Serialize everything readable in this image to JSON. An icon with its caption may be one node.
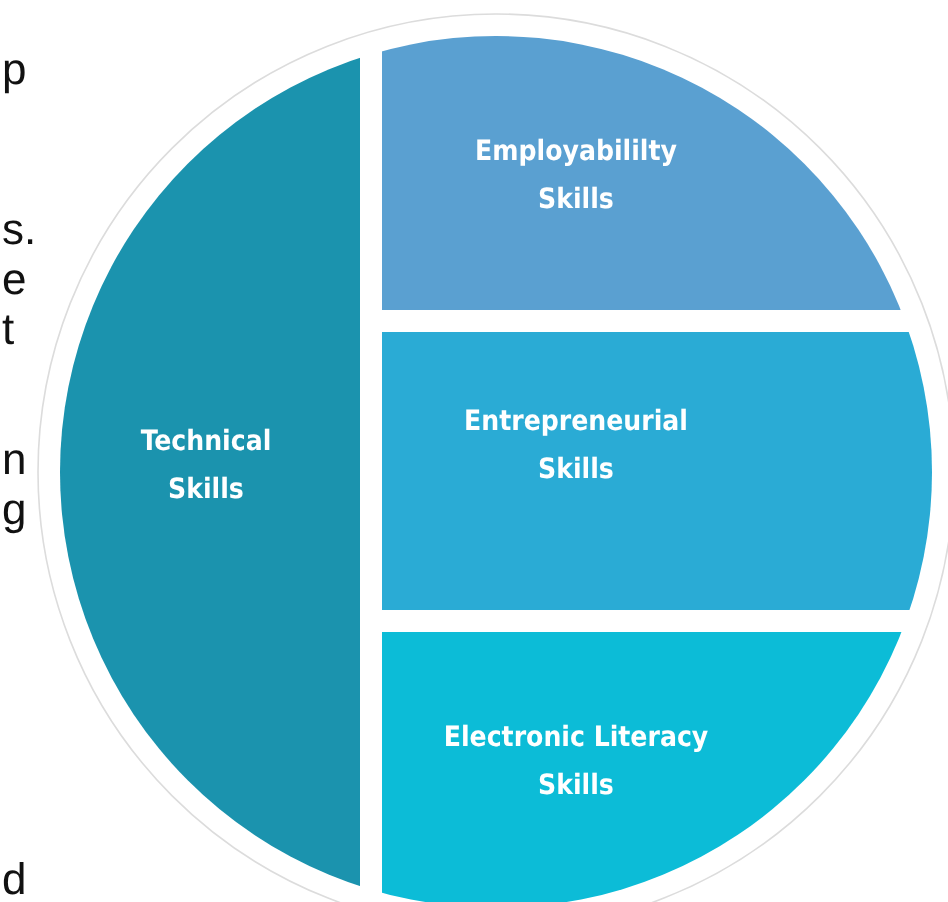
{
  "diagram": {
    "nodes": [
      {
        "text": [
          "Technical Skills"
        ]
      },
      {
        "text": [
          "Employabililty Skills"
        ]
      },
      {
        "text": [
          "Entrepreneurial Skills"
        ]
      },
      {
        "text": [
          "Electronic Literacy Skills"
        ]
      }
    ],
    "labels": [
      "p",
      "s.",
      "e",
      "t",
      "n",
      "g",
      "d"
    ]
  }
}
